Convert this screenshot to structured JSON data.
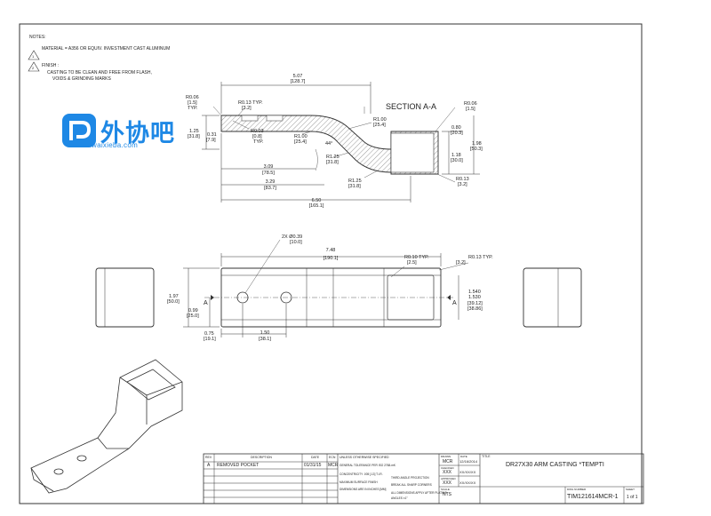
{
  "notes": {
    "heading": "NOTES:",
    "note1_number": "1",
    "note1": "MATERIAL = A356 OR EQUIV. INVESTMENT CAST ALUMINUM",
    "note2_number": "2",
    "note2_title": "FINISH :",
    "note2_line1": "CASTING TO BE CLEAN AND FREE FROM FLASH,",
    "note2_line2": "VOIDS & GRINDING MARKS"
  },
  "watermark": {
    "text": "外协吧",
    "url": "waixieba.com"
  },
  "section_view": {
    "label": "SECTION A-A",
    "dims": {
      "overall_top": "5.07",
      "overall_top_mm": "[128.7]",
      "r006_left": "R0.06",
      "r006_left_mm": "[1.5]",
      "typ": "TYP.",
      "r013_typ": "R0.13 TYP.",
      "r013_typ_mm": "[3.2]",
      "r003": "R0.03",
      "r003_mm": "[0.8]",
      "r003_typ": "TYP.",
      "d125": "1.25",
      "d125_mm": "[31.8]",
      "d031": "0.31",
      "d031_mm": "[7.9]",
      "r100a": "R1.00",
      "r100a_mm": "[25.4]",
      "r100b": "R1.00",
      "r100b_mm": "[25.4]",
      "angle": "44°",
      "r125a": "R1.25",
      "r125a_mm": "[31.8]",
      "r125b": "R1.25",
      "r125b_mm": "[31.8]",
      "d309": "3.09",
      "d309_mm": "[78.5]",
      "d329": "3.29",
      "d329_mm": "[83.7]",
      "d650": "6.50",
      "d650_mm": "[165.1]",
      "r006_right": "R0.06",
      "r006_right_mm": "[1.5]",
      "d080": "0.80",
      "d080_mm": "[20.3]",
      "d198": "1.98",
      "d198_mm": "[50.3]",
      "d118": "1.18",
      "d118_mm": "[30.0]",
      "r013_right": "R0.13",
      "r013_right_mm": "[3.2]"
    }
  },
  "plan_view": {
    "dims": {
      "holes": "2X Ø0.39",
      "holes_mm": "[10.0]",
      "d748": "7.48",
      "d748_mm": "[190.1]",
      "r010_typ": "R0.10 TYP.",
      "r010_typ_mm": "[2.5]",
      "r013_typ": "R0.13 TYP.",
      "r013_typ_mm": "[3.2]",
      "d197": "1.97",
      "d197_mm": "[50.0]",
      "d099": "0.99",
      "d099_mm": "[25.0]",
      "d075": "0.75",
      "d075_mm": "[19.1]",
      "d150": "1.50",
      "d150_mm": "[38.1]",
      "d1540": "1.540",
      "d1530": "1.530",
      "d1540_mm": "[39.12]",
      "d1530_mm": "[38.86]",
      "sect_left": "A",
      "sect_right": "A"
    }
  },
  "title_block": {
    "rev_header": "REV",
    "desc_header": "DESCRIPTION",
    "date_header": "DATE",
    "ecn_header": "ECN",
    "rev_row_rev": "A",
    "rev_row_desc": "REMOVED POCKET",
    "rev_row_date": "01/31/15",
    "rev_row_by": "MCR",
    "unless": "UNLESS OTHERWISE SPECIFIED",
    "tol1": "GENERAL TOLERANCE PER ISO 2768-mK",
    "tol2": "CONCENTRICITY .005 [.13] T.I.R.",
    "tol3": "MAXIMUM SURFACE FINISH",
    "tol4": "DIMENSIONS ARE IN INCHES [MM]",
    "tol5": "THIRD ANGLE PROJECTION",
    "tol6": "BREAK ALL SHARP CORNERS",
    "tol7": "ALL DIMENSIONS APPLY AFTER PLATING",
    "tol8": "ANGLES ±1°",
    "drawn_label": "DRAWN",
    "drawn": "MCR",
    "date_label": "DATE",
    "date": "12/16/2014",
    "checked_label": "CHECKED",
    "checked": "XXX",
    "approved_label": "APPROVED",
    "approved": "XXX",
    "scale_label": "SCALE",
    "scale": "NTS",
    "xx1": "XX/XX/XX",
    "xx2": "XX/XX/XX",
    "title_label": "TITLE",
    "title": "DR27X30 ARM CASTING *TEMPTI",
    "pn_label": "DWG NUMBER",
    "part_number": "TIM121614MCR-1",
    "sheet_label": "SHEET",
    "sheet": "1 of 1"
  }
}
